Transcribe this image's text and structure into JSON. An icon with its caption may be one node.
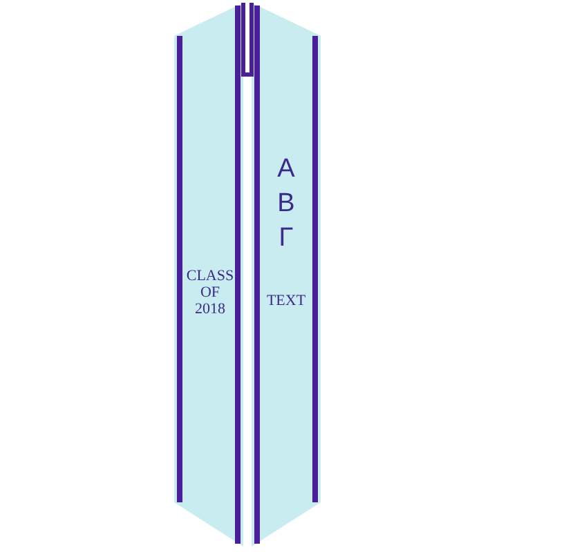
{
  "diagram": {
    "labels": [
      "Α Β Γ",
      "CLASS OF 2018",
      "TEXT"
    ]
  }
}
